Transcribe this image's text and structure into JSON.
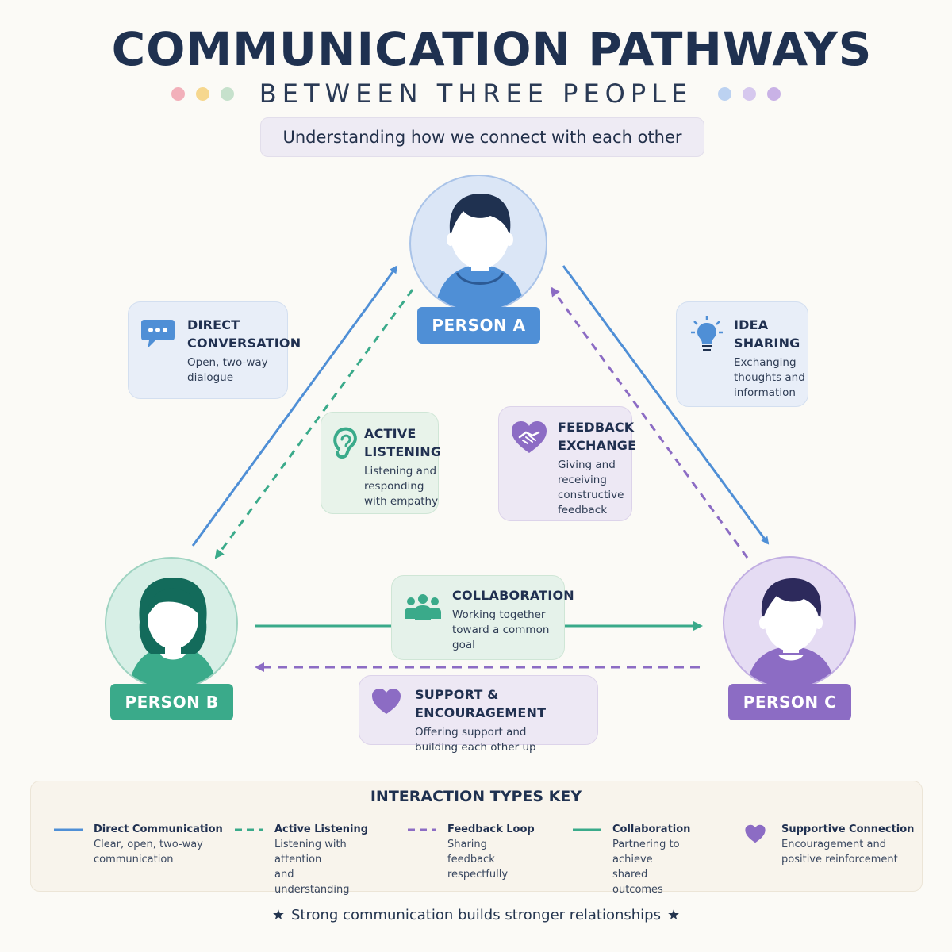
{
  "header": {
    "title": "COMMUNICATION PATHWAYS",
    "subtitle": "BETWEEN THREE PEOPLE",
    "tagline": "Understanding how we connect with each other"
  },
  "people": {
    "a": {
      "label": "PERSON A",
      "color": "#4f8fd6"
    },
    "b": {
      "label": "PERSON B",
      "color": "#3aaa8a"
    },
    "c": {
      "label": "PERSON C",
      "color": "#8c6cc4"
    }
  },
  "cards": {
    "direct": {
      "title": "DIRECT\nCONVERSATION",
      "desc": "Open, two-way\ndialogue",
      "icon": "speech-bubble-icon"
    },
    "idea": {
      "title": "IDEA\nSHARING",
      "desc": "Exchanging\nthoughts and\ninformation",
      "icon": "lightbulb-icon"
    },
    "listening": {
      "title": "ACTIVE\nLISTENING",
      "desc": "Listening and\nresponding\nwith empathy",
      "icon": "ear-icon"
    },
    "feedback": {
      "title": "FEEDBACK\nEXCHANGE",
      "desc": "Giving and\nreceiving\nconstructive\nfeedback",
      "icon": "heart-handshake-icon"
    },
    "collab": {
      "title": "COLLABORATION",
      "desc": "Working together\ntoward a common\ngoal",
      "icon": "group-icon"
    },
    "support": {
      "title": "SUPPORT & ENCOURAGEMENT",
      "desc": "Offering support and\nbuilding each other up",
      "icon": "heart-icon"
    }
  },
  "key": {
    "title": "INTERACTION TYPES KEY",
    "items": [
      {
        "label": "Direct Communication",
        "desc": "Clear, open, two-way\ncommunication",
        "color": "#4f8fd6",
        "style": "solid-line"
      },
      {
        "label": "Active Listening",
        "desc": "Listening with attention\nand understanding",
        "color": "#3aaa8a",
        "style": "dashed-line"
      },
      {
        "label": "Feedback Loop",
        "desc": "Sharing feedback\nrespectfully",
        "color": "#8c6cc4",
        "style": "dashed-line"
      },
      {
        "label": "Collaboration",
        "desc": "Partnering to achieve\nshared outcomes",
        "color": "#3aaa8a",
        "style": "solid-line"
      },
      {
        "label": "Supportive Connection",
        "desc": "Encouragement and\npositive reinforcement",
        "color": "#8c6cc4",
        "style": "heart"
      }
    ]
  },
  "footer": {
    "text": "Strong communication builds stronger relationships"
  },
  "colors": {
    "blue": "#4f8fd6",
    "green": "#3aaa8a",
    "purple": "#8c6cc4",
    "title": "#1f3150",
    "dots": [
      "#f2a9b5",
      "#f5d38a",
      "#bfdcc6",
      "#b5cdef",
      "#cdbbe8",
      "#c3a9e0"
    ]
  }
}
